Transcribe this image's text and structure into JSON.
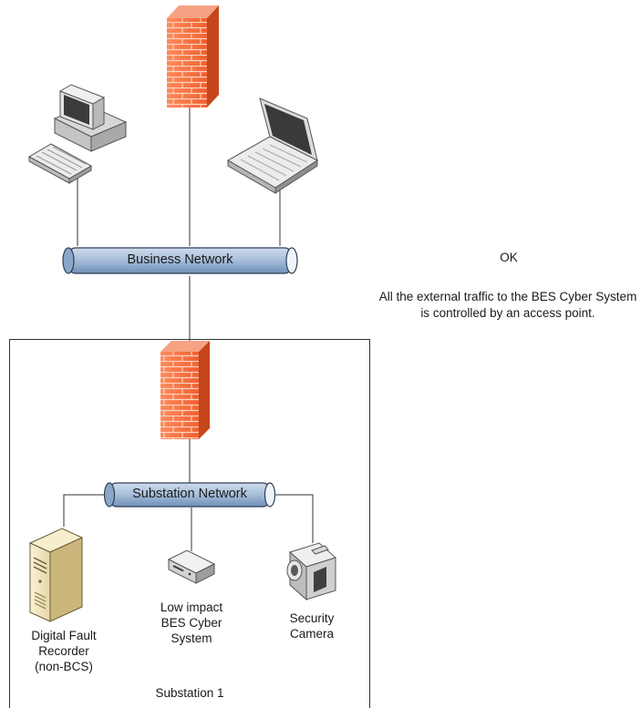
{
  "diagram": {
    "business_network_label": "Business Network",
    "substation_network_label": "Substation Network",
    "dfr_label": "Digital Fault\nRecorder\n(non-BCS)",
    "low_impact_label": "Low impact\nBES Cyber\nSystem",
    "camera_label": "Security\nCamera",
    "substation_label": "Substation 1"
  },
  "status": {
    "result": "OK",
    "explanation": "All the external traffic to the BES Cyber System is controlled by an access point."
  },
  "icons": [
    "firewall-icon",
    "desktop-computer-icon",
    "laptop-icon",
    "server-icon",
    "network-device-icon",
    "video-camera-icon"
  ],
  "colors": {
    "pipe_fill": "#a9c1dc",
    "firewall_fill": "#f26b3a",
    "line": "#333333"
  }
}
